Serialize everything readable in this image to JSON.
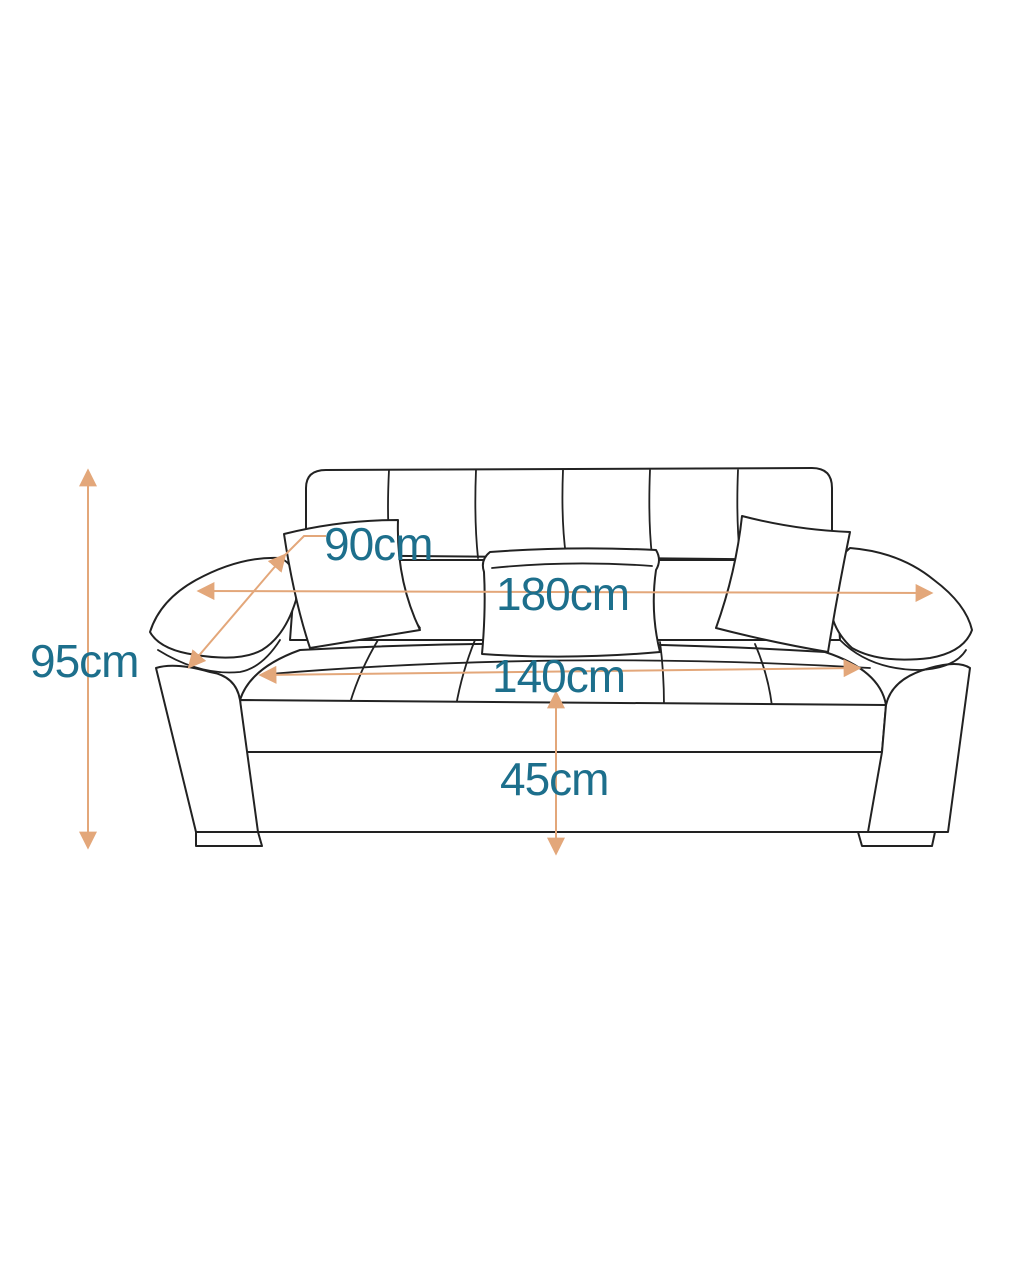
{
  "colors": {
    "label": "#1d6f8c",
    "dimension_line": "#e3a77a",
    "outline": "#222222",
    "background": "#ffffff"
  },
  "dimensions": {
    "height": "95cm",
    "depth": "90cm",
    "width": "180cm",
    "seat_width": "140cm",
    "seat_height": "45cm"
  }
}
